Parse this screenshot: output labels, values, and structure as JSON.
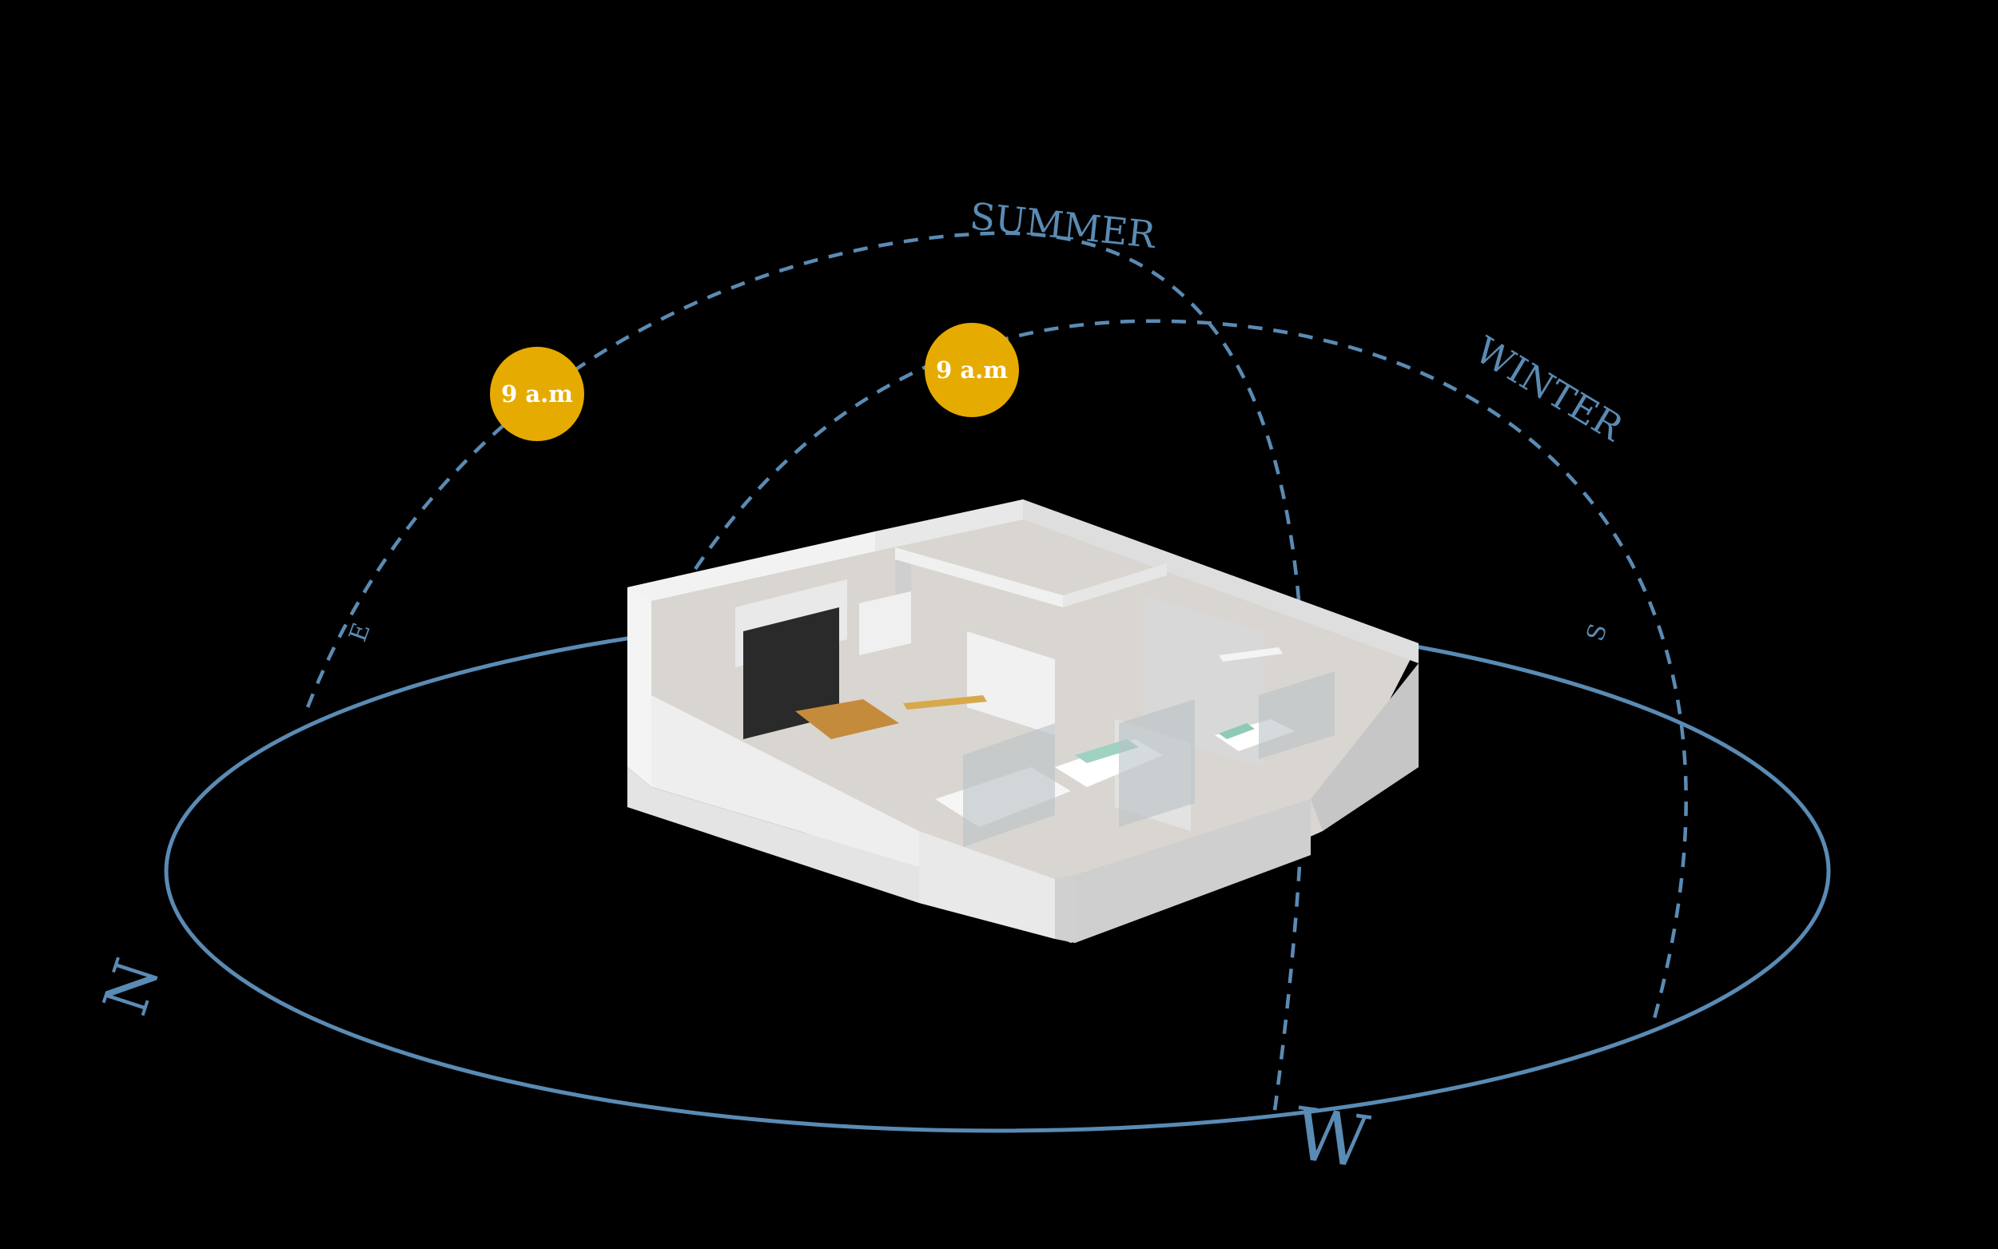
{
  "diagram": {
    "colors": {
      "background": "#000000",
      "path": "#5a8bb4",
      "sun": "#e6ab00",
      "sun_text": "#ffffff",
      "wall": "#ededed",
      "wall_shade": "#c9c9c9",
      "floor": "#d9d6d1"
    },
    "paths": {
      "summer_label": "SUMMER",
      "winter_label": "WINTER"
    },
    "suns": [
      {
        "label": "9 a.m",
        "season": "summer"
      },
      {
        "label": "9 a.m",
        "season": "winter"
      }
    ],
    "compass": {
      "north": "N",
      "east": "E",
      "south": "S",
      "west": "W"
    }
  }
}
